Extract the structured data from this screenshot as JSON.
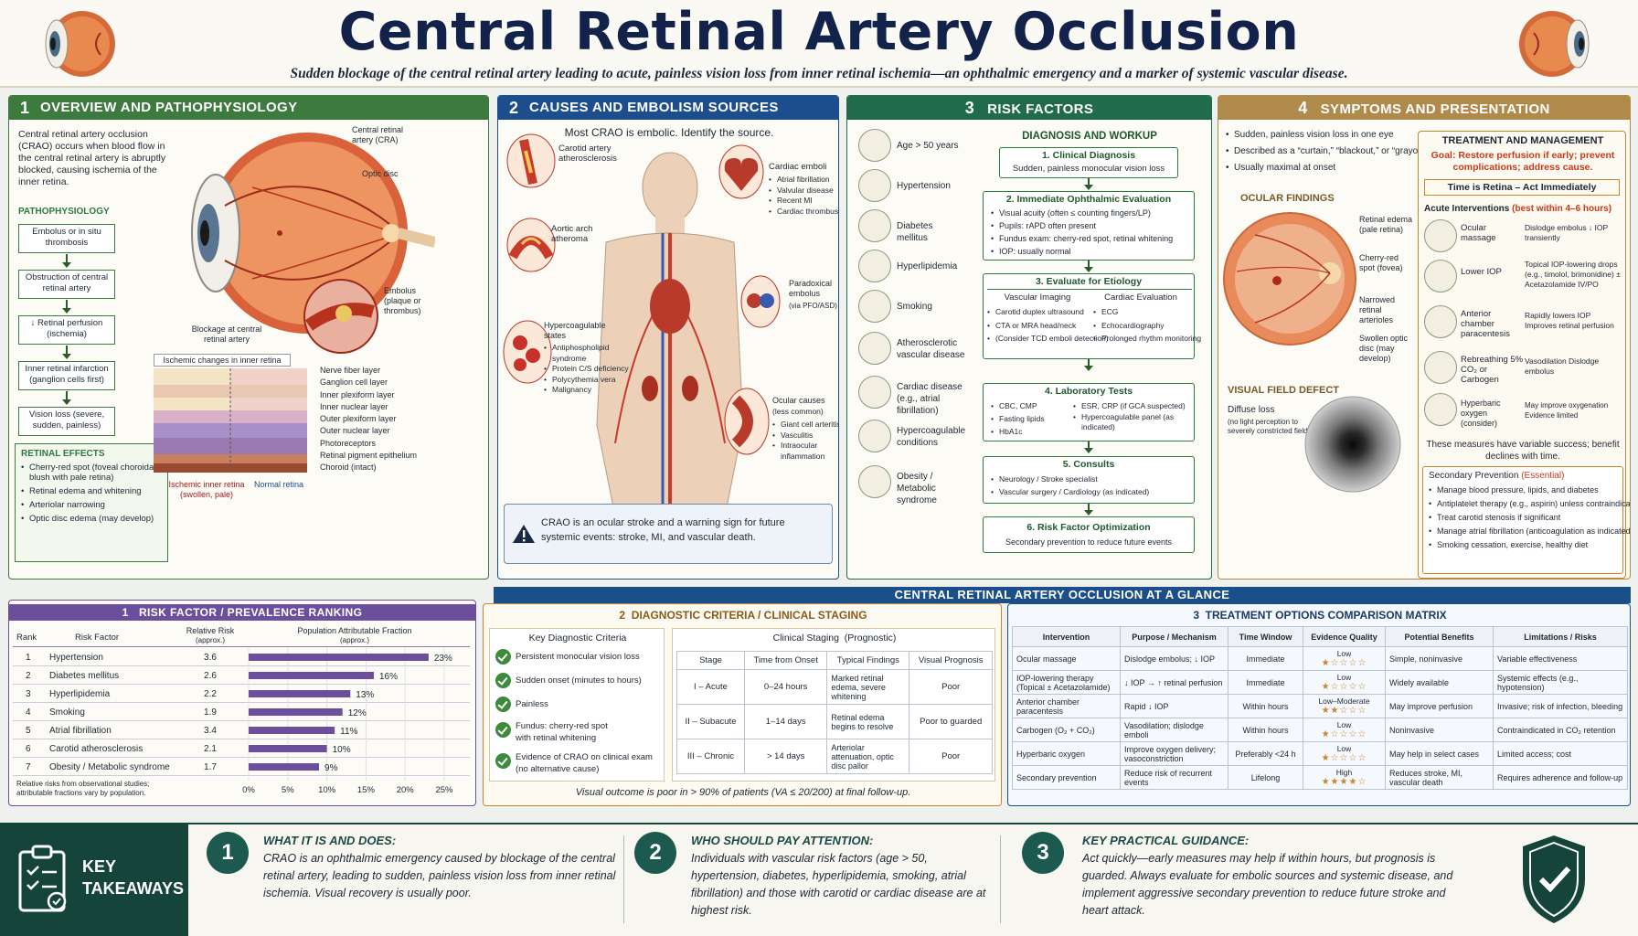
{
  "header": {
    "title": "Central Retinal Artery Occlusion",
    "subtitle": "Sudden blockage of the central retinal artery leading to acute, painless vision loss from inner retinal ischemia—an ophthalmic emergency and a marker of systemic vascular disease."
  },
  "colors": {
    "green": "#3d7a3d",
    "blue": "#1c4d8c",
    "teal": "#1f6b4a",
    "gold": "#b08a4a",
    "purple": "#6b4e9c",
    "orange": "#c8852e",
    "darkblue": "#1a4f8a",
    "navy": "#12224a"
  },
  "overview": {
    "num": "1",
    "title": "OVERVIEW AND PATHOPHYSIOLOGY",
    "intro": "Central retinal artery occlusion (CRAO) occurs when blood flow in the central retinal artery is abruptly blocked, causing ischemia of the inner retina.",
    "patho_title": "PATHOPHYSIOLOGY",
    "patho_steps": [
      "Embolus or in situ thrombosis",
      "Obstruction of central retinal artery",
      "↓ Retinal perfusion (ischemia)",
      "Inner retinal infarction (ganglion cells first)",
      "Vision loss (severe, sudden, painless)"
    ],
    "labels": {
      "cra": "Central retinal artery (CRA)",
      "disc": "Optic disc",
      "embolus": "Embolus (plaque or thrombus)",
      "blockage": "Blockage at central retinal artery"
    },
    "effects_title": "RETINAL EFFECTS",
    "effects": [
      "Cherry-red spot (foveal choroidal blush with pale retina)",
      "Retinal edema and whitening",
      "Arteriolar narrowing",
      "Optic disc edema (may develop)"
    ],
    "layers_title": "Ischemic changes in inner retina",
    "layers": [
      "Nerve fiber layer",
      "Ganglion cell layer",
      "Inner plexiform layer",
      "Inner nuclear layer",
      "Outer plexiform layer",
      "Outer nuclear layer",
      "Photoreceptors",
      "Retinal pigment epithelium",
      "Choroid (intact)"
    ],
    "ischemic": "Ischemic inner retina (swollen, pale)",
    "normal": "Normal retina"
  },
  "causes": {
    "num": "2",
    "title": "CAUSES AND EMBOLISM SOURCES",
    "tagline": "Most CRAO is embolic. Identify the source.",
    "carotid": "Carotid artery atherosclerosis",
    "aortic": "Aortic arch atheroma",
    "hyper_title": "Hypercoagulable states",
    "hyper_items": [
      "Antiphospholipid syndrome",
      "Protein C/S deficiency",
      "Polycythemia vera",
      "Malignancy"
    ],
    "cardiac_title": "Cardiac emboli",
    "cardiac_items": [
      "Atrial fibrillation",
      "Valvular disease",
      "Recent MI",
      "Cardiac thrombus"
    ],
    "paradox_title": "Paradoxical embolus",
    "paradox_sub": "(via PFO/ASD)",
    "ocular_title": "Ocular causes",
    "ocular_sub": "(less common)",
    "ocular_items": [
      "Giant cell arteritis",
      "Vasculitis",
      "Intraocular inflammation"
    ],
    "warning": "CRAO is an ocular stroke and a warning sign for future systemic events: stroke, MI, and vascular death."
  },
  "risk": {
    "num": "3",
    "title": "RISK FACTORS",
    "items": [
      "Age > 50 years",
      "Hypertension",
      "Diabetes mellitus",
      "Hyperlipidemia",
      "Smoking",
      "Atherosclerotic vascular disease",
      "Cardiac disease (e.g., atrial fibrillation)",
      "Hypercoagulable conditions",
      "Obesity / Metabolic syndrome"
    ]
  },
  "diag": {
    "title": "DIAGNOSIS AND WORKUP",
    "s1_title": "1. Clinical Diagnosis",
    "s1_text": "Sudden, painless monocular vision loss",
    "s2_title": "2. Immediate Ophthalmic Evaluation",
    "s2_items": [
      "Visual acuity (often ≤ counting fingers/LP)",
      "Pupils: rAPD often present",
      "Fundus exam: cherry-red spot, retinal whitening",
      "IOP: usually normal"
    ],
    "s3_title": "3. Evaluate for Etiology",
    "vasc_title": "Vascular Imaging",
    "vasc_items": [
      "Carotid duplex ultrasound",
      "CTA or MRA head/neck",
      "(Consider TCD emboli detection)"
    ],
    "card_title": "Cardiac Evaluation",
    "card_items": [
      "ECG",
      "Echocardiography",
      "Prolonged rhythm monitoring"
    ],
    "s4_title": "4. Laboratory Tests",
    "lab_left": [
      "CBC, CMP",
      "Fasting lipids",
      "HbA1c"
    ],
    "lab_right": [
      "ESR, CRP (if GCA suspected)",
      "Hypercoagulable panel (as indicated)"
    ],
    "s5_title": "5. Consults",
    "s5_items": [
      "Neurology / Stroke specialist",
      "Vascular surgery / Cardiology (as indicated)"
    ],
    "s6_title": "6. Risk Factor Optimization",
    "s6_text": "Secondary prevention to reduce future events"
  },
  "symptoms": {
    "num": "4",
    "title": "SYMPTOMS AND PRESENTATION",
    "items": [
      "Sudden, painless vision loss in one eye",
      "Described as a “curtain,” “blackout,” or “grayout”",
      "Usually maximal at onset"
    ],
    "ocular_title": "OCULAR FINDINGS",
    "findings": [
      "Retinal edema (pale retina)",
      "Cherry-red spot (fovea)",
      "Narrowed retinal arterioles",
      "Swollen optic disc (may develop)"
    ],
    "vf_title": "VISUAL FIELD DEFECT",
    "vf_text": "Diffuse loss",
    "vf_sub": "(no light perception to severely constricted field)"
  },
  "treatment": {
    "title": "TREATMENT AND MANAGEMENT",
    "goal": "Goal: Restore perfusion if early; prevent complications; address cause.",
    "time": "Time is Retina – Act Immediately",
    "acute_title": "Acute Interventions",
    "acute_window": "(best within 4–6 hours)",
    "interventions": [
      {
        "name": "Ocular massage",
        "effect": "Dislodge embolus ↓ IOP transiently"
      },
      {
        "name": "Lower IOP",
        "effect": "Topical IOP-lowering drops (e.g., timolol, brimonidine) ± Acetazolamide IV/PO"
      },
      {
        "name": "Anterior chamber paracentesis",
        "effect": "Rapidly lowers IOP Improves retinal perfusion"
      },
      {
        "name": "Rebreathing 5% CO₂ or Carbogen",
        "effect": "Vasodilation Dislodge embolus"
      },
      {
        "name": "Hyperbaric oxygen (consider)",
        "effect": "May improve oxygenation Evidence limited"
      }
    ],
    "note": "These measures have variable success; benefit declines with time.",
    "sec_title": "Secondary Prevention",
    "sec_tag": "(Essential)",
    "sec_items": [
      "Manage blood pressure, lipids, and diabetes",
      "Antiplatelet therapy (e.g., aspirin) unless contraindicated",
      "Treat carotid stenosis if significant",
      "Manage atrial fibrillation (anticoagulation as indicated)",
      "Smoking cessation, exercise, healthy diet"
    ]
  },
  "glance": {
    "title": "CENTRAL RETINAL ARTERY OCCLUSION AT A GLANCE"
  },
  "ranking": {
    "num": "1",
    "title": "RISK FACTOR / PREVALENCE RANKING",
    "col_rank": "Rank",
    "col_factor": "Risk Factor",
    "col_rr": "Relative Risk",
    "col_rr_sub": "(approx.)",
    "col_paf": "Population Attributable Fraction",
    "col_paf_sub": "(approx.)",
    "footnote": "Relative risks from observational studies; attributable fractions vary by population.",
    "axis": [
      "0%",
      "5%",
      "10%",
      "15%",
      "20%",
      "25%"
    ]
  },
  "chart_data": {
    "type": "bar",
    "categories": [
      "Hypertension",
      "Diabetes mellitus",
      "Hyperlipidemia",
      "Smoking",
      "Atrial fibrillation",
      "Carotid atherosclerosis",
      "Obesity / Metabolic syndrome"
    ],
    "ranks": [
      "1",
      "2",
      "3",
      "4",
      "5",
      "6",
      "7"
    ],
    "relative_risk": [
      "3.6",
      "2.6",
      "2.2",
      "1.9",
      "3.4",
      "2.1",
      "1.7"
    ],
    "values": [
      23,
      16,
      13,
      12,
      11,
      10,
      9
    ],
    "value_labels": [
      "23%",
      "16%",
      "13%",
      "12%",
      "11%",
      "10%",
      "9%"
    ],
    "xlim": [
      0,
      25
    ],
    "xlabel": "",
    "ylabel": "",
    "title": "Population Attributable Fraction"
  },
  "criteria": {
    "num": "2",
    "title": "DIAGNOSTIC CRITERIA / CLINICAL STAGING",
    "key_title": "Key Diagnostic Criteria",
    "items": [
      "Persistent monocular vision loss",
      "Sudden onset (minutes to hours)",
      "Painless",
      "Fundus: cherry-red spot with retinal whitening",
      "Evidence of CRAO on clinical exam (no alternative cause)"
    ],
    "staging_title": "Clinical Staging",
    "staging_tag": "(Prognostic)",
    "headers": [
      "Stage",
      "Time from Onset",
      "Typical Findings",
      "Visual Prognosis"
    ],
    "rows": [
      [
        "I – Acute",
        "0–24 hours",
        "Marked retinal edema, severe whitening",
        "Poor"
      ],
      [
        "II – Subacute",
        "1–14 days",
        "Retinal edema begins to resolve",
        "Poor to guarded"
      ],
      [
        "III – Chronic",
        "> 14 days",
        "Arteriolar attenuation, optic disc pallor",
        "Poor"
      ]
    ],
    "footer": "Visual outcome is poor in > 90% of patients (VA ≤ 20/200) at final follow-up."
  },
  "matrix": {
    "num": "3",
    "title": "TREATMENT OPTIONS COMPARISON MATRIX",
    "headers": [
      "Intervention",
      "Purpose / Mechanism",
      "Time Window",
      "Evidence Quality",
      "Potential Benefits",
      "Limitations / Risks"
    ],
    "rows": [
      [
        "Ocular massage",
        "Dislodge embolus; ↓ IOP",
        "Immediate",
        "Low",
        "★☆☆☆☆",
        "Simple, noninvasive",
        "Variable effectiveness"
      ],
      [
        "IOP-lowering therapy (Topical ± Acetazolamide)",
        "↓ IOP → ↑ retinal perfusion",
        "Immediate",
        "Low",
        "★☆☆☆☆",
        "Widely available",
        "Systemic effects (e.g., hypotension)"
      ],
      [
        "Anterior chamber paracentesis",
        "Rapid ↓ IOP",
        "Within hours",
        "Low–Moderate",
        "★★☆☆☆",
        "May improve perfusion",
        "Invasive; risk of infection, bleeding"
      ],
      [
        "Carbogen (O₂ + CO₂)",
        "Vasodilation; dislodge emboli",
        "Within hours",
        "Low",
        "★☆☆☆☆",
        "Noninvasive",
        "Contraindicated in CO₂ retention"
      ],
      [
        "Hyperbaric oxygen",
        "Improve oxygen delivery; vasoconstriction",
        "Preferably <24 h",
        "Low",
        "★☆☆☆☆",
        "May help in select cases",
        "Limited access; cost"
      ],
      [
        "Secondary prevention",
        "Reduce risk of recurrent events",
        "Lifelong",
        "High",
        "★★★★☆",
        "Reduces stroke, MI, vascular death",
        "Requires adherence and follow-up"
      ]
    ]
  },
  "takeaways": {
    "title1": "KEY",
    "title2": "TAKEAWAYS",
    "items": [
      {
        "num": "1",
        "head": "WHAT IT IS AND DOES:",
        "body": "CRAO is an ophthalmic emergency caused by blockage of the central retinal artery, leading to sudden, painless vision loss from inner retinal ischemia. Visual recovery is usually poor."
      },
      {
        "num": "2",
        "head": "WHO SHOULD PAY ATTENTION:",
        "body": "Individuals with vascular risk factors (age > 50, hypertension, diabetes, hyperlipidemia, smoking, atrial fibrillation) and those with carotid or cardiac disease are at highest risk."
      },
      {
        "num": "3",
        "head": "KEY PRACTICAL GUIDANCE:",
        "body": "Act quickly—early measures may help if within hours, but prognosis is guarded. Always evaluate for embolic sources and systemic disease, and implement aggressive secondary prevention to reduce future stroke and heart attack."
      }
    ]
  }
}
